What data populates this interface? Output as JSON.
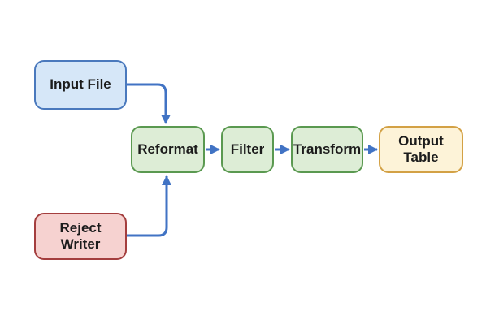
{
  "diagram": {
    "type": "flowchart",
    "nodes": [
      {
        "id": "input-file",
        "label": "Input File",
        "role": "source",
        "fill": "#d6e7f8",
        "border": "#4a79bd"
      },
      {
        "id": "reject-writer",
        "label": "Reject\nWriter",
        "role": "source",
        "fill": "#f6d2d0",
        "border": "#a43e3e"
      },
      {
        "id": "reformat",
        "label": "Reformat",
        "role": "process",
        "fill": "#ddedd6",
        "border": "#5a9950"
      },
      {
        "id": "filter",
        "label": "Filter",
        "role": "process",
        "fill": "#ddedd6",
        "border": "#5a9950"
      },
      {
        "id": "transform",
        "label": "Transform",
        "role": "process",
        "fill": "#ddedd6",
        "border": "#5a9950"
      },
      {
        "id": "output-table",
        "label": "Output\nTable",
        "role": "sink",
        "fill": "#fdf3d8",
        "border": "#d3a145"
      }
    ],
    "edges": [
      {
        "from": "input-file",
        "to": "reformat",
        "shape": "elbow-down"
      },
      {
        "from": "reject-writer",
        "to": "reformat",
        "shape": "elbow-up"
      },
      {
        "from": "reformat",
        "to": "filter",
        "shape": "straight"
      },
      {
        "from": "filter",
        "to": "transform",
        "shape": "straight"
      },
      {
        "from": "transform",
        "to": "output-table",
        "shape": "straight"
      }
    ],
    "colors": {
      "arrow": "#4173c4",
      "background": "#ffffff",
      "text": "#1c1c1c"
    }
  }
}
